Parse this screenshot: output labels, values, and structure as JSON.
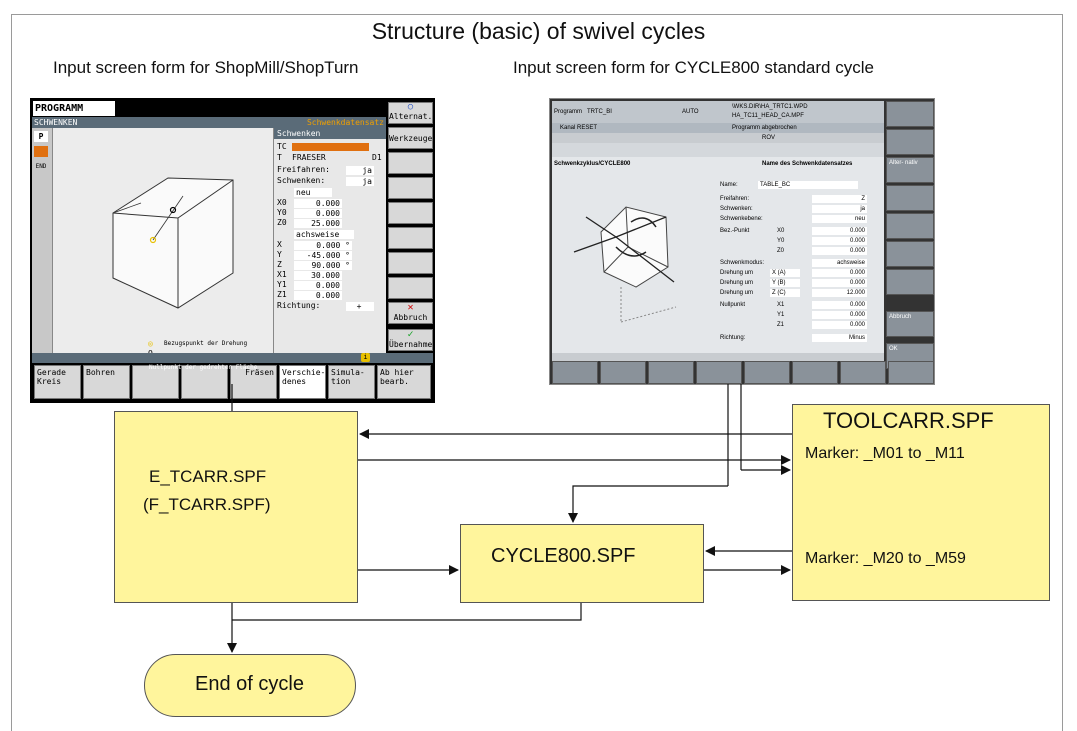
{
  "title": "Structure (basic) of swivel cycles",
  "left_caption": "Input screen form for ShopMill/ShopTurn",
  "right_caption": "Input screen form for CYCLE800 standard cycle",
  "boxes": {
    "etcarr_line1": "E_TCARR.SPF",
    "etcarr_line2": "(F_TCARR.SPF)",
    "cycle800": "CYCLE800.SPF",
    "toolcarr_title": "TOOLCARR.SPF",
    "toolcarr_marker1": "Marker: _M01 to _M11",
    "toolcarr_marker2": "Marker: _M20 to _M59",
    "end": "End of cycle"
  },
  "colors": {
    "box_fill": "#fff59c",
    "box_border": "#555555",
    "arrow": "#111111"
  },
  "shopmill": {
    "program_label": "PROGRAMM",
    "window_title": "SCHWENKEN",
    "window_title_right": "Schwenkdatensatz",
    "left_icons": [
      "P",
      "END"
    ],
    "legend": [
      {
        "symbol": "◎",
        "text": "Bezugspunkt der Drehung"
      },
      {
        "symbol": "O",
        "text": "Nullpunkt der gedrehten Fläche"
      }
    ],
    "panel_title": "Schwenken",
    "rows": [
      {
        "label": "TC",
        "value": ""
      },
      {
        "label": "T",
        "value": "FRAESER",
        "extra": "D1"
      },
      {
        "label": "Freifahren:",
        "value": "ja"
      },
      {
        "label": "Schwenken:",
        "value": "ja"
      },
      {
        "label": "",
        "value": "neu"
      },
      {
        "label": "X0",
        "value": "0.000"
      },
      {
        "label": "Y0",
        "value": "0.000"
      },
      {
        "label": "Z0",
        "value": "25.000"
      },
      {
        "label": "",
        "value": "achsweise"
      },
      {
        "label": "X",
        "value": "0.000 °"
      },
      {
        "label": "Y",
        "value": "-45.000 °"
      },
      {
        "label": "Z",
        "value": "90.000 °"
      },
      {
        "label": "X1",
        "value": "30.000"
      },
      {
        "label": "Y1",
        "value": "0.000"
      },
      {
        "label": "Z1",
        "value": "0.000"
      },
      {
        "label": "Richtung:",
        "value": "+"
      }
    ],
    "softkeys_right": [
      "Alternat.",
      "Werkzeuge",
      "",
      "",
      "",
      "",
      "",
      "",
      "Abbruch",
      "Übernahme"
    ],
    "softkeys_bottom": [
      "Gerade Kreis",
      "Bohren",
      "",
      "",
      "Fräsen",
      "Verschie- denes",
      "Simula- tion",
      "Ab hier bearb."
    ]
  },
  "cycle800": {
    "header_left": "Programm",
    "header_prog": "TRTC_BI",
    "header_mode": "AUTO",
    "header_path1": "\\WKS.DIR\\HA_TRTC1.WPD",
    "header_path2": "HA_TC11_HEAD_CA.MPF",
    "channel": "Kanal RESET",
    "status": "Programm abgebrochen",
    "rov": "ROV",
    "panel_title": "Schwenkzyklus/CYCLE800",
    "panel_subtitle": "Name des Schwenkdatensatzes",
    "rows": [
      {
        "label": "Name:",
        "axis": "",
        "value": "TABLE_BC"
      },
      {
        "label": "Freifahren:",
        "axis": "",
        "value": "Z"
      },
      {
        "label": "Schwenken:",
        "axis": "",
        "value": "ja"
      },
      {
        "label": "Schwenkebene:",
        "axis": "",
        "value": "neu"
      },
      {
        "label": "Bez.-Punkt",
        "axis": "X0",
        "value": "0.000"
      },
      {
        "label": "",
        "axis": "Y0",
        "value": "0.000"
      },
      {
        "label": "",
        "axis": "Z0",
        "value": "0.000"
      },
      {
        "label": "Schwenkmodus:",
        "axis": "",
        "value": "achsweise"
      },
      {
        "label": "Drehung um",
        "axis": "X (A)",
        "value": "0.000"
      },
      {
        "label": "Drehung um",
        "axis": "Y (B)",
        "value": "0.000"
      },
      {
        "label": "Drehung um",
        "axis": "Z (C)",
        "value": "12.000"
      },
      {
        "label": "Nullpunkt",
        "axis": "X1",
        "value": "0.000"
      },
      {
        "label": "",
        "axis": "Y1",
        "value": "0.000"
      },
      {
        "label": "",
        "axis": "Z1",
        "value": "0.000"
      },
      {
        "label": "Richtung:",
        "axis": "",
        "value": "Minus"
      }
    ],
    "softkeys_right": [
      "",
      "",
      "Alter- nativ",
      "",
      "",
      "",
      "",
      "Abbruch",
      "OK"
    ]
  }
}
